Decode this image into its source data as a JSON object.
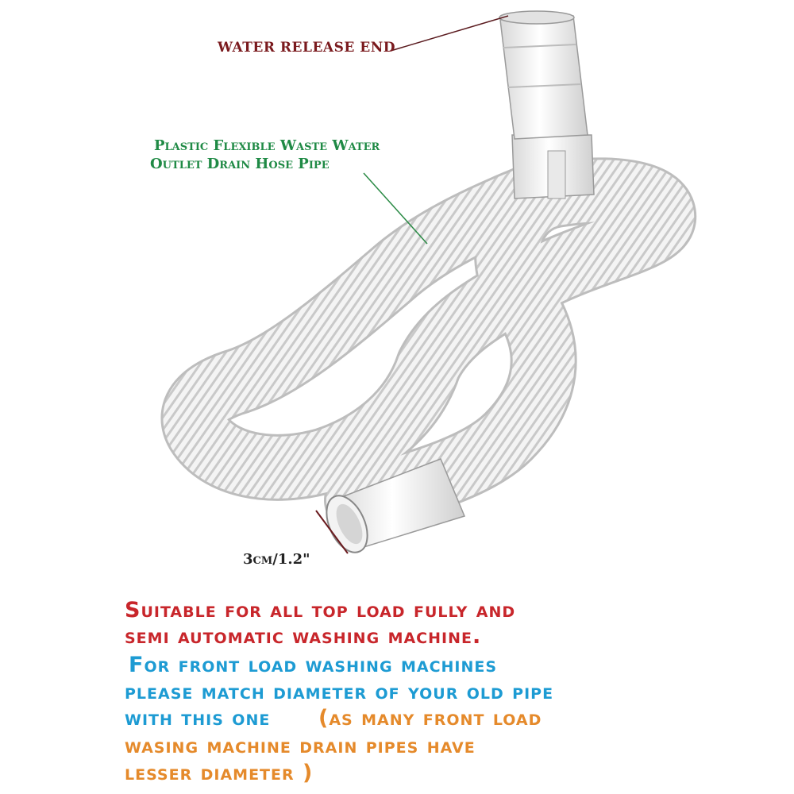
{
  "labels": {
    "water_release_end": "WATER RELEASE END",
    "hose_line1": "Plastic Flexible Waste Water",
    "hose_line2": "Outlet Drain Hose Pipe",
    "diameter": "3cm/1.2\""
  },
  "description": {
    "line1": "Suitable for all top load fully and",
    "line2": "semi automatic washing machine.",
    "line3": "For front load washing machines",
    "line4": "please match diameter of your old pipe",
    "line5a": "with this one",
    "line5b": "(as many front load",
    "line6": "wasing machine drain pipes have",
    "line7": "lesser diameter )"
  },
  "colors": {
    "release_label": "#7a1a1e",
    "hose_label": "#1f8a45",
    "red_text": "#c8262b",
    "blue_text": "#1d9bd3",
    "orange_text": "#e58a2b",
    "hose_white": "#f2f2f2"
  }
}
